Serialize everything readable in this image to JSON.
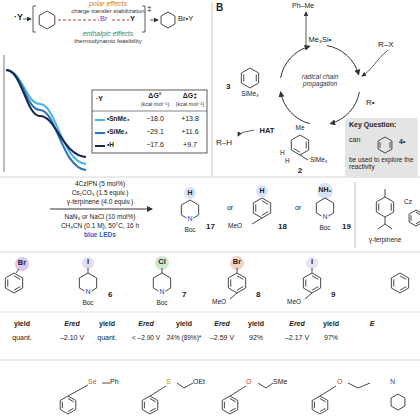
{
  "diagram": {
    "nodes": [
      {
        "text": [
          "Key Question:",
          "can",
          "4•",
          "be used to explore the reactivity"
        ]
      }
    ],
    "edges": [],
    "labels": [
      "·Y",
      "polar effects",
      "charge transfer stabilization",
      "Br",
      "Y",
      "‡",
      "Br•Y",
      "enthalpic effects",
      "thermodynamic feasibility",
      "·Y",
      "ΔG°",
      "ΔG‡",
      "(kcal mol⁻¹)",
      "(kcal mol⁻¹)",
      "−18.0",
      "+13.8",
      "−29.1",
      "+11.6",
      "−17.6",
      "+9.7",
      "B",
      "Ph–Me",
      "Me₃Si•",
      "radical chain propagation",
      "3",
      "SiMe₃",
      "R–X",
      "R•",
      "HAT",
      "R–H",
      "2",
      "SiMe₃",
      "Me",
      "H",
      "H",
      "4CzIPN (5 mol%)",
      "Cs₂CO₃ (1.5 equiv.)",
      "γ-terpinene (4.0 equiv.)",
      "NaN₃ or NaCl (10 mol%)",
      "CH₃CN (0.1 M), 50°C, 16 h",
      "blue LEDs",
      "Boc",
      "N",
      "H",
      "17",
      "or",
      "MeO",
      "H",
      "18",
      "or",
      "Boc",
      "N",
      "NH₂",
      "19",
      "γ-terpinene",
      "Cz",
      "Br",
      "I",
      "N",
      "Boc",
      "6",
      "Cl",
      "N",
      "Boc",
      "7",
      "Br",
      "MeO",
      "8",
      "I",
      "MeO",
      "9",
      "yield",
      "quant.",
      "Ered",
      "yield",
      "–2.10 V",
      "quant.",
      "Ered",
      "yield",
      "< –2.90 V",
      "24% (89%)*",
      "Ered",
      "yield",
      "–2.59 V",
      "92%",
      "Ered",
      "yield",
      "–2.17 V",
      "97%",
      "E",
      "Se",
      "Ph",
      "S",
      "OEt",
      "O",
      "SMe",
      "O",
      "N"
    ],
    "legend": [
      {
        "text": "•SnMe₃"
      },
      {
        "text": "•SiMe₃"
      },
      {
        "text": "•H"
      }
    ]
  }
}
